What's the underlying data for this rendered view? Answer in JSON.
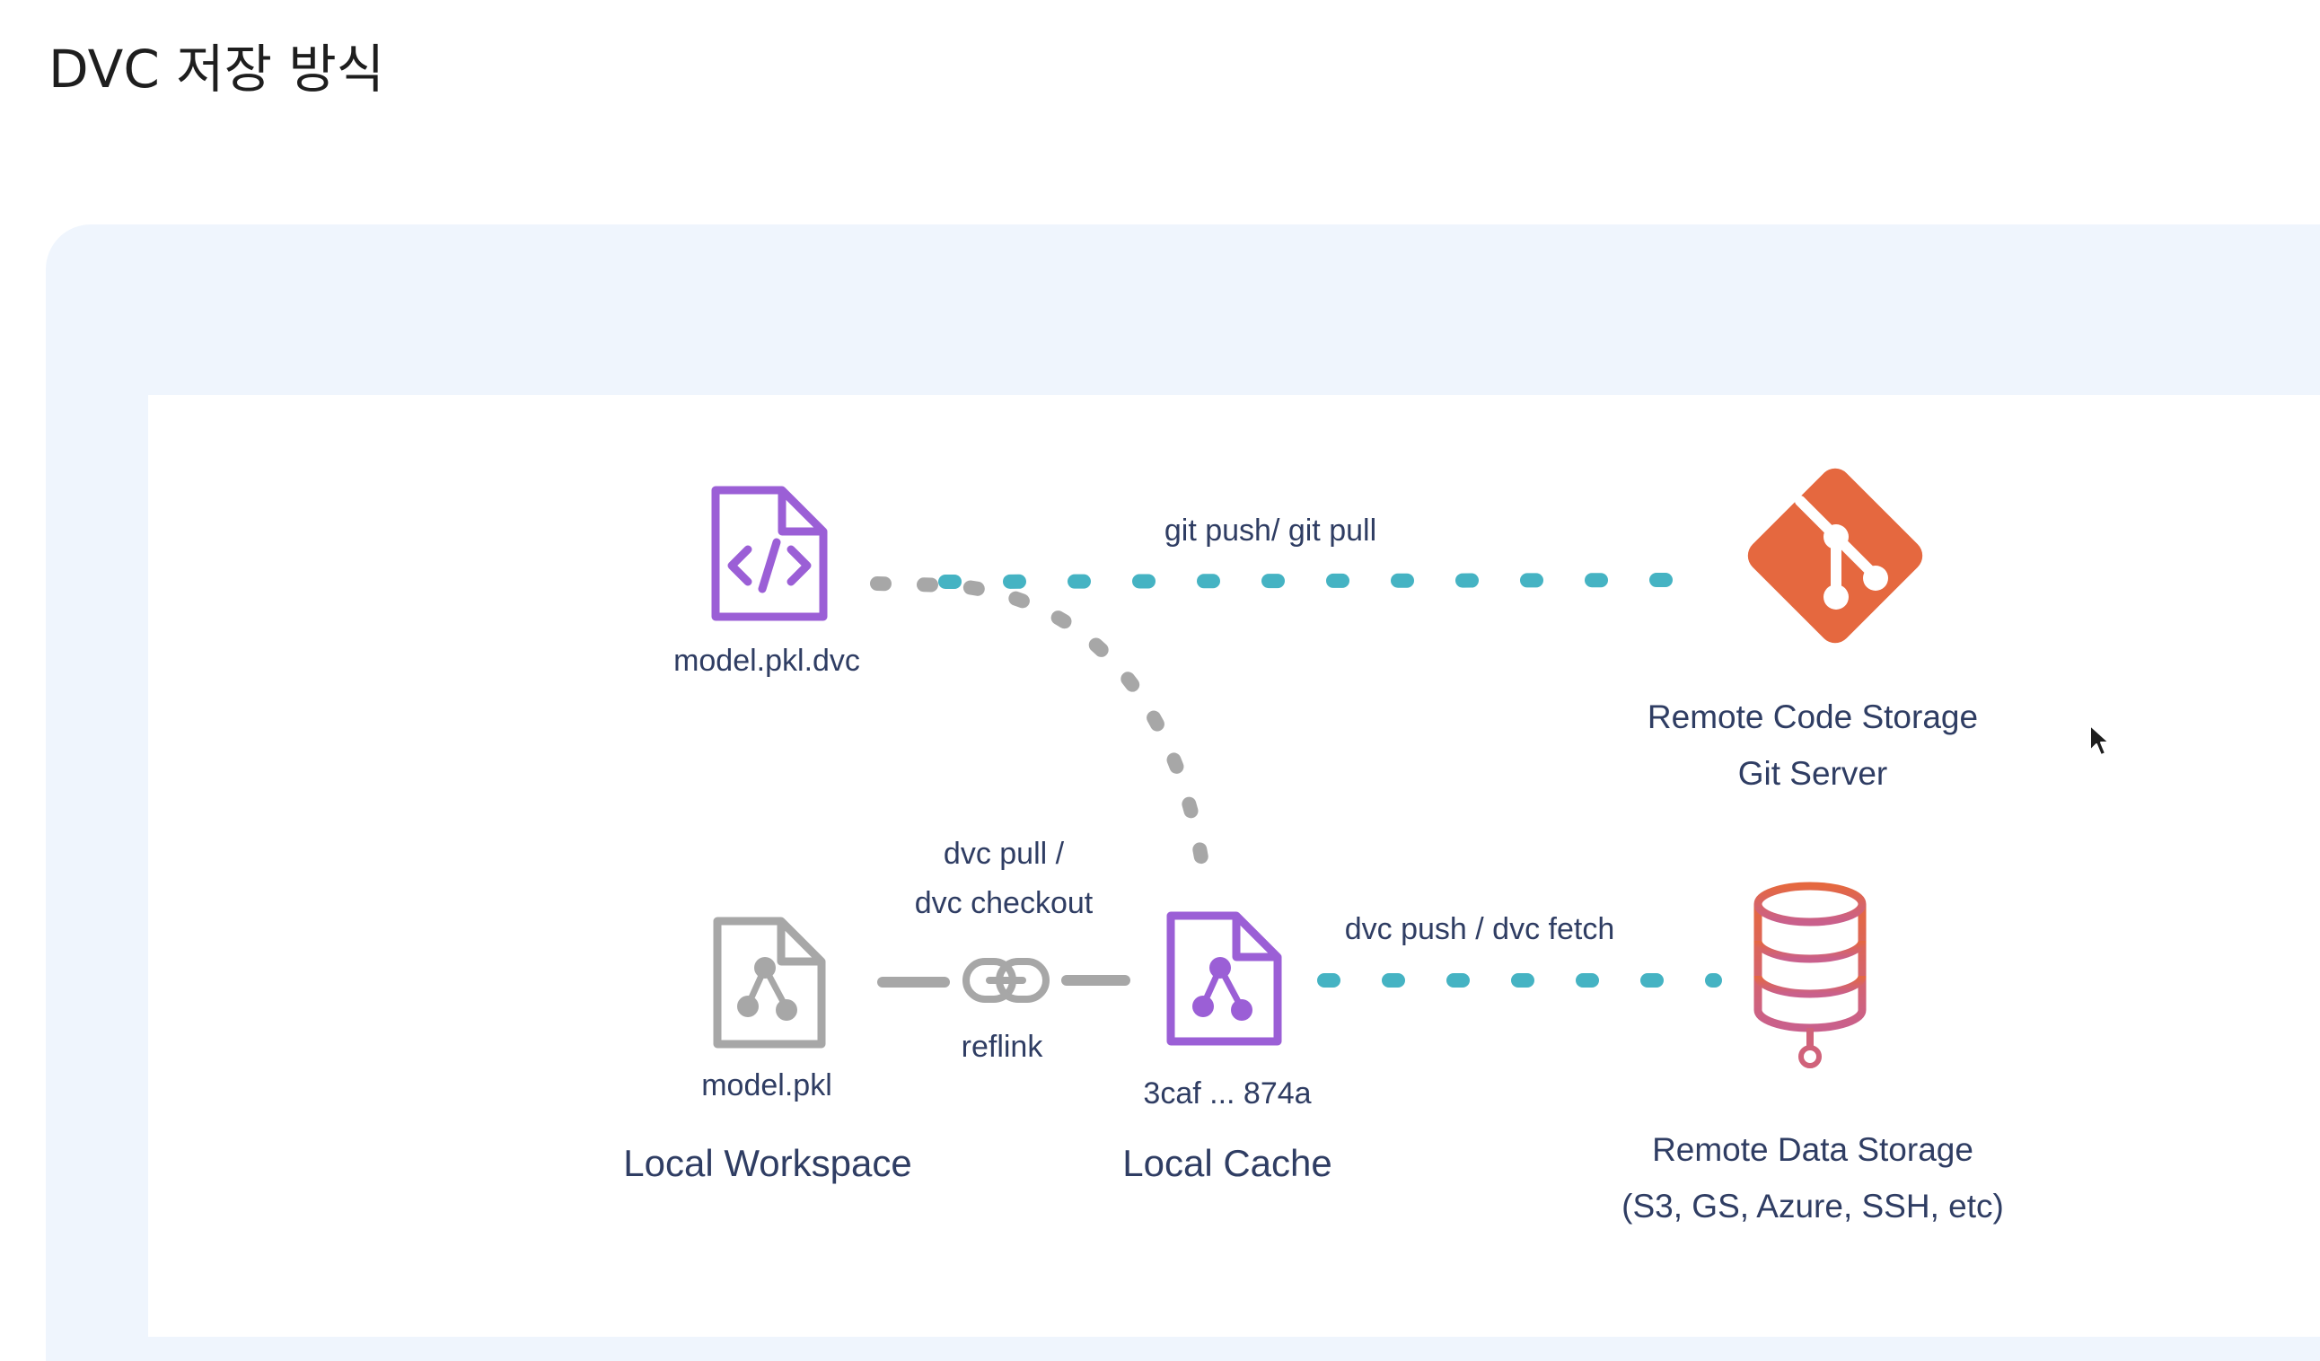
{
  "page": {
    "title": "DVC 저장 방식"
  },
  "diagram": {
    "dvc_file": {
      "label": "model.pkl.dvc",
      "icon": "code-file-icon",
      "color": "#9b5fd6"
    },
    "git_link": {
      "label": "git push/ git pull",
      "color": "#45b3c3"
    },
    "git_server": {
      "icon": "git-logo-icon",
      "color": "#e5683f",
      "label_line1": "Remote Code Storage",
      "label_line2": "Git Server"
    },
    "workspace_file": {
      "label": "model.pkl",
      "icon": "data-file-icon",
      "color": "#a7a7a7"
    },
    "workspace": {
      "label": "Local Workspace"
    },
    "reflink": {
      "label_top_line1": "dvc pull /",
      "label_top_line2": "dvc checkout",
      "label_bottom": "reflink",
      "icon": "chain-link-icon"
    },
    "cache_file": {
      "label": "3caf ... 874a",
      "icon": "data-file-icon",
      "color": "#9b5fd6"
    },
    "cache": {
      "label": "Local Cache"
    },
    "data_link": {
      "label": "dvc push / dvc fetch",
      "color": "#45b3c3"
    },
    "data_storage": {
      "icon": "database-icon",
      "color": "#d0627a",
      "label_line1": "Remote Data Storage",
      "label_line2": "(S3, GS, Azure, SSH, etc)"
    }
  }
}
